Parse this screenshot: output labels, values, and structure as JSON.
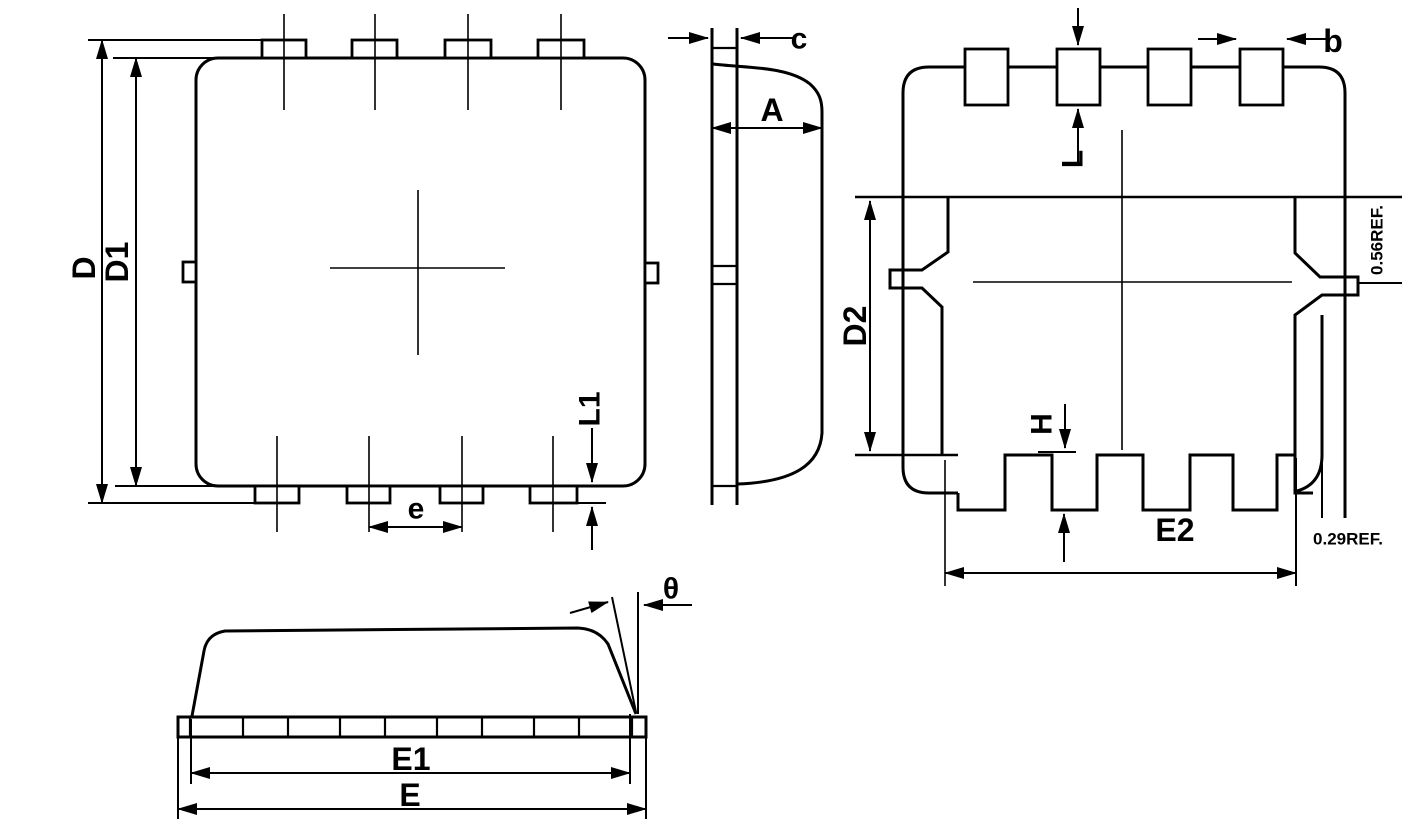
{
  "drawing": {
    "kind": "package-outline-technical-drawing",
    "paper_color": "#ffffff",
    "ink_color": "#000000"
  },
  "labels": {
    "D": "D",
    "D1": "D1",
    "e": "e",
    "L1": "L1",
    "c": "c",
    "A": "A",
    "L": "L",
    "b": "b",
    "D2": "D2",
    "E2": "E2",
    "H": "H",
    "ref_056": "0.56REF.",
    "ref_029": "0.29REF.",
    "E1": "E1",
    "E": "E",
    "theta": "θ"
  }
}
